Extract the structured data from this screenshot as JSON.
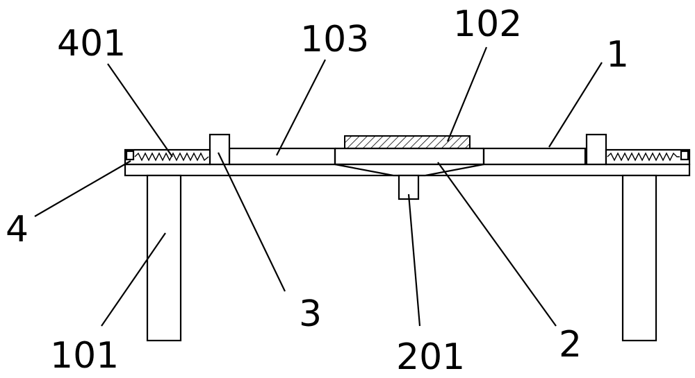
{
  "labels": {
    "l401": "401",
    "l103": "103",
    "l102": "102",
    "l1": "1",
    "l4": "4",
    "l101": "101",
    "l3": "3",
    "l201": "201",
    "l2": "2"
  }
}
